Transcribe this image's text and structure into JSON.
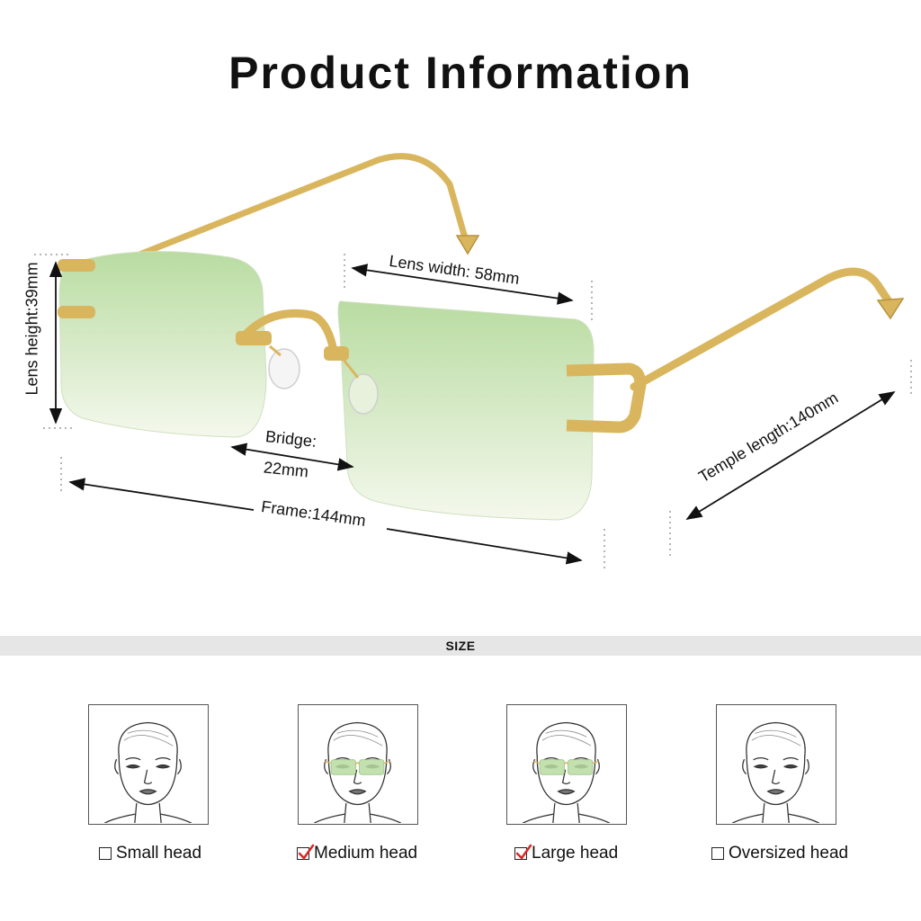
{
  "title": "Product Information",
  "dimensions": {
    "lens_width": "Lens width:  58mm",
    "lens_height": "Lens height:39mm",
    "bridge_line1": "Bridge:",
    "bridge_line2": "22mm",
    "frame": "Frame:144mm",
    "temple_length": "Temple length:140mm"
  },
  "colors": {
    "lens_top": "#b9dca2",
    "lens_bottom": "#f4f8ec",
    "frame_gold": "#d9b65e",
    "check_red": "#d62828",
    "size_bar": "#e6e6e6"
  },
  "size_section": {
    "label": "SIZE",
    "options": [
      {
        "label": "Small head",
        "checked": false,
        "glasses": false
      },
      {
        "label": "Medium head",
        "checked": true,
        "glasses": true
      },
      {
        "label": "Large head",
        "checked": true,
        "glasses": true
      },
      {
        "label": "Oversized head",
        "checked": false,
        "glasses": false
      }
    ]
  }
}
